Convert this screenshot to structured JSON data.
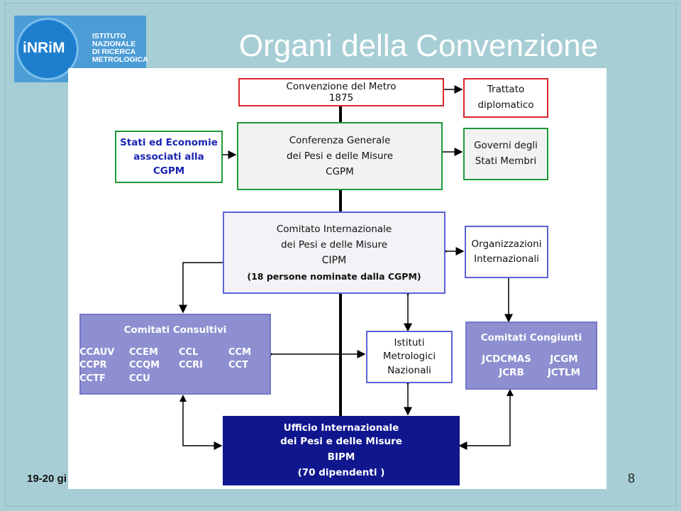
{
  "header": {
    "title": "Organi della Convenzione",
    "logo_word": "iNRiM",
    "logo_lines": [
      "ISTITUTO",
      "NAZIONALE",
      "DI RICERCA",
      "METROLOGICA"
    ]
  },
  "footer": {
    "left_text": "19-20 gi",
    "page_number": "8"
  },
  "diagram": {
    "convenzione": [
      "Convenzione del Metro",
      "1875"
    ],
    "trattato": [
      "Trattato",
      "diplomatico"
    ],
    "stati": [
      "Stati ed Economie",
      "associati  alla",
      "CGPM"
    ],
    "conferenza": [
      "Conferenza Generale",
      "dei Pesi e delle Misure",
      "CGPM"
    ],
    "governi": [
      "Governi degli",
      "Stati Membri"
    ],
    "comitato": [
      "Comitato Internazionale",
      "dei Pesi e delle Misure",
      "CIPM",
      "(18 persone nominate dalla CGPM)"
    ],
    "organizzazioni": [
      "Organizzazioni",
      "Internazionali"
    ],
    "consultivi": {
      "title": "Comitati Consultivi",
      "codes": [
        "CCAUV",
        "CCEM",
        "CCL",
        "CCM",
        "CCPR",
        "CCQM",
        "CCRI",
        "CCT",
        "CCTF",
        "CCU",
        "",
        ""
      ]
    },
    "istituti": [
      "Istituti",
      "Metrologici",
      "Nazionali"
    ],
    "congiunti": {
      "title": "Comitati  Congiunti",
      "codes": [
        "JCDCMAS",
        "JCGM",
        "JCRB",
        "JCTLM"
      ]
    },
    "bipm": [
      "Ufficio Internazionale",
      "dei Pesi e delle Misure",
      "BIPM",
      "(70  dipendenti )"
    ]
  }
}
